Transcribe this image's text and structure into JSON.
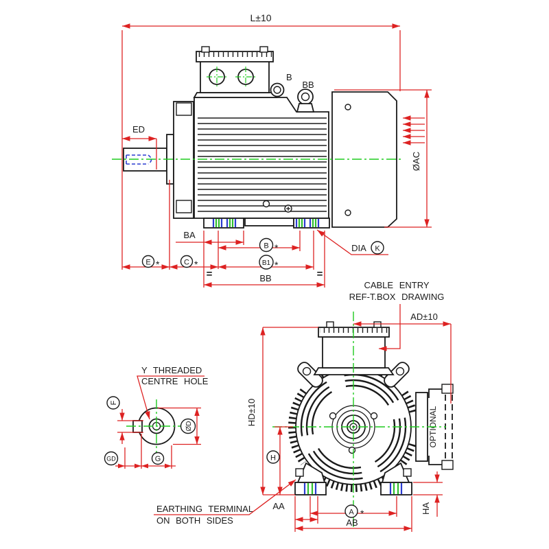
{
  "meta": {
    "type": "engineering-dimension-drawing",
    "subject": "electric motor outline drawing with side view, shaft end view and front view"
  },
  "colors": {
    "outline": "#1a1a1a",
    "dimension_red": "#dd2222",
    "centerline_green": "#1ecb1e",
    "thread_blue": "#2a3bd0",
    "background": "#ffffff"
  },
  "side_view": {
    "dim_length": "L±10",
    "dim_shaft": "ED",
    "dim_fan_dia": "ØAC",
    "plug_label": "B",
    "eyebolt_label": "BB",
    "dim_ba": "BA",
    "letter_b": "B",
    "letter_b1": "B1",
    "letter_e": "E",
    "letter_c": "C",
    "asterisk": "*",
    "dim_bb": "BB",
    "equals": "=",
    "dia_word": "DIA",
    "letter_k": "K"
  },
  "shaft_end_view": {
    "note_line1": "Y THREADED",
    "note_line2": "CENTRE HOLE",
    "letter_f": "F",
    "letter_d": "ØD",
    "letter_gd": "GD",
    "letter_g": "G"
  },
  "front_view": {
    "cable_line1": "CABLE ENTRY",
    "cable_line2": "REF-T.BOX DRAWING",
    "dim_ad": "AD±10",
    "dim_hd": "HD±10",
    "letter_h": "H",
    "optional": "OPTIONAL",
    "earth_line1": "EARTHING TERMINAL",
    "earth_line2": "ON BOTH SIDES",
    "dim_aa": "AA",
    "letter_a": "A",
    "asterisk": "*",
    "dim_ab": "AB",
    "dim_ha": "HA"
  }
}
